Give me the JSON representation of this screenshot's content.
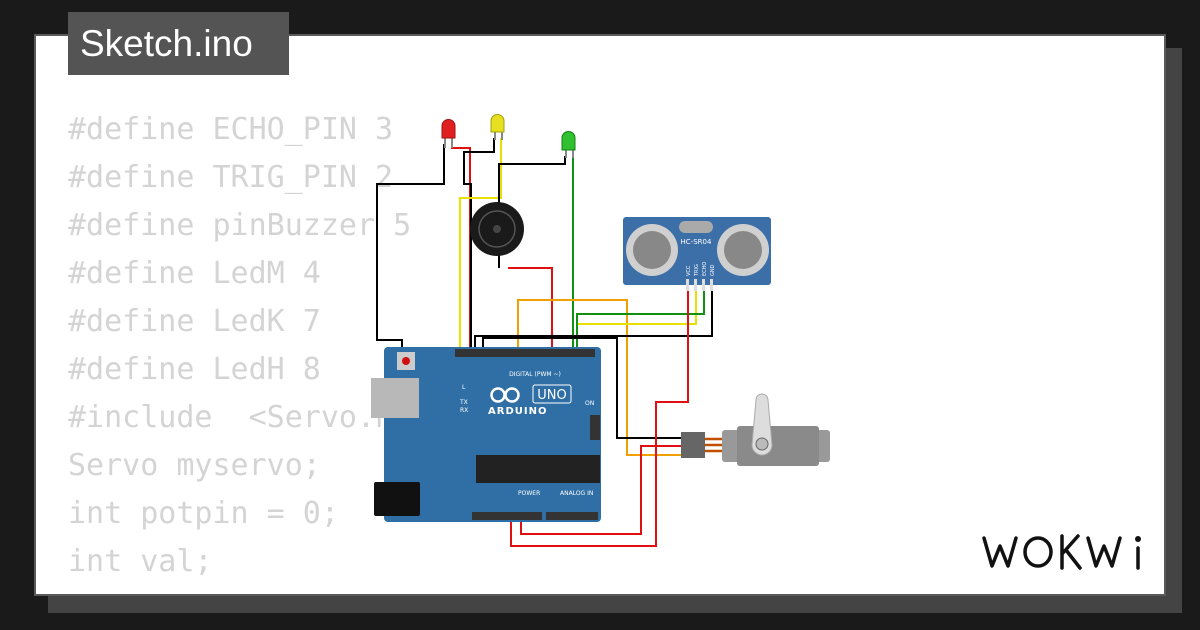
{
  "editor": {
    "tab_title": "Sketch.ino",
    "code_lines": [
      "#define ECHO_PIN 3",
      "#define TRIG_PIN 2",
      "#define pinBuzzer 5",
      "#define LedM 4",
      "#define LedK 7",
      "#define LedH 8",
      "#include  <Servo.h>",
      "Servo myservo;",
      "",
      "int potpin = 0;",
      "int val;"
    ]
  },
  "brand": {
    "logo_text": "WOKWI"
  },
  "components": {
    "sensor_label": "HC-SR04",
    "sensor_pins": [
      "VCC",
      "TRIG",
      "ECHO",
      "GND"
    ],
    "board_model": "UNO",
    "board_brand": "ARDUINO",
    "digital_label": "DIGITAL (PWM ~)",
    "power_label": "POWER",
    "analog_label": "ANALOG IN",
    "led_labels": [
      "L",
      "TX",
      "RX"
    ],
    "on_label": "ON",
    "led_colors": [
      "#e02020",
      "#e6e020",
      "#30c030"
    ]
  },
  "colors": {
    "board": "#2f6fa5",
    "wire_red": "#e01010",
    "wire_black": "#000000",
    "wire_yellow": "#e8e000",
    "wire_green": "#109010",
    "wire_orange": "#f0a000"
  }
}
